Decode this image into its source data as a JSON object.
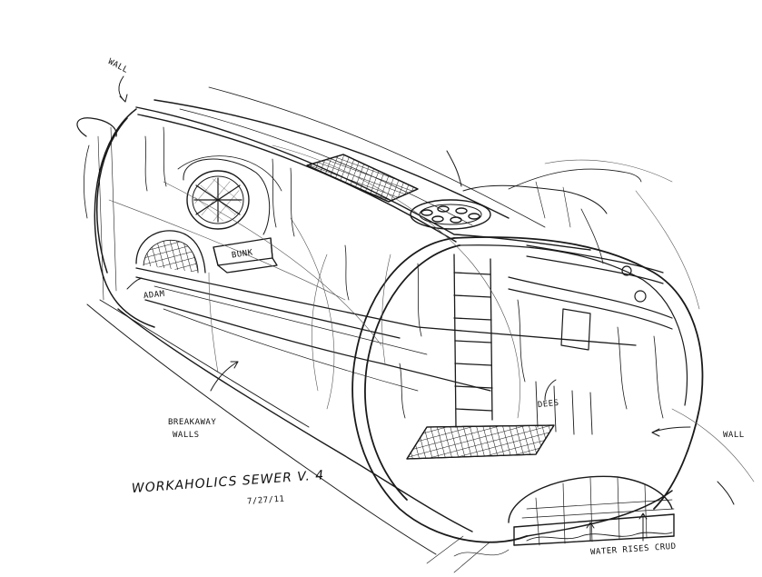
{
  "labels": {
    "wall_top": "WALL",
    "wall_right": "WALL",
    "bunk": "BUNK",
    "adam": "ADAM",
    "breakaway_line1": "BREAKAWAY",
    "breakaway_line2": "WALLS",
    "dees": "DEES",
    "water": "WATER RISES CRUD",
    "title": "WORKAHOLICS SEWER V. 4",
    "date": "7/27/11"
  },
  "colors": {
    "ink": "#1a1a1a",
    "paper": "#ffffff"
  }
}
